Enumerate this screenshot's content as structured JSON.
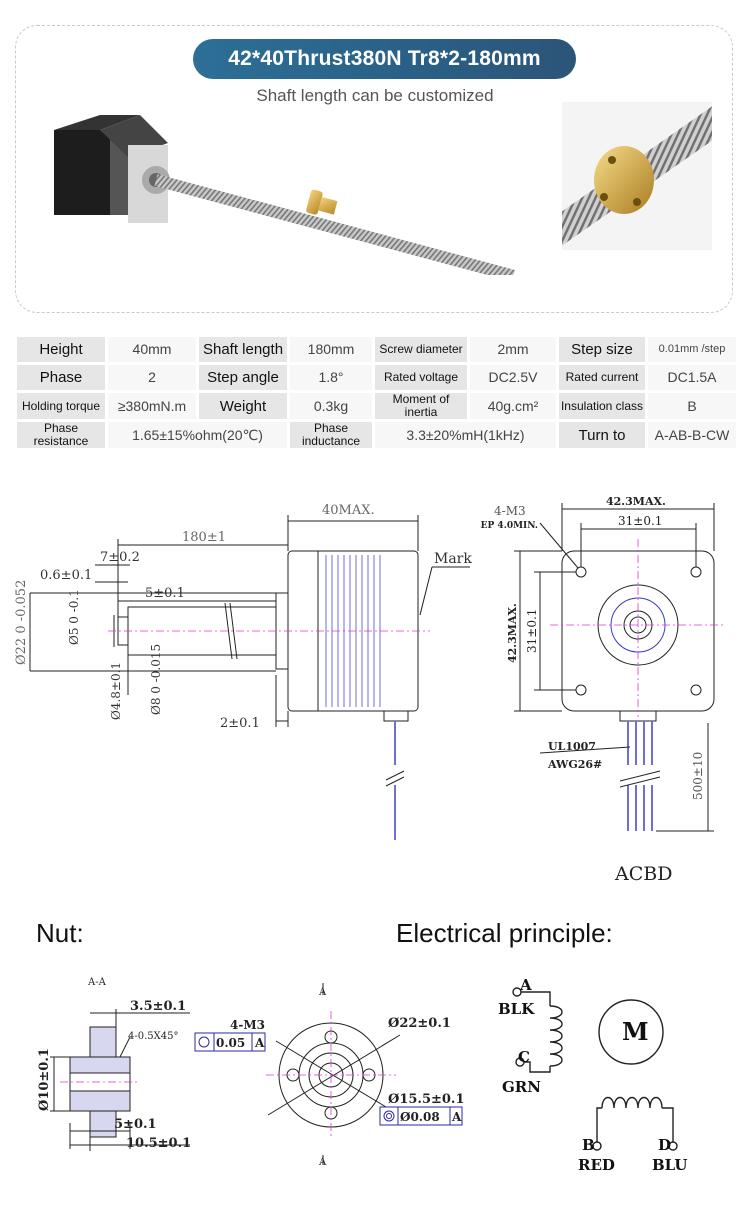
{
  "header": {
    "title": "42*40Thrust380N Tr8*2-180mm",
    "subtitle": "Shaft length can be customized"
  },
  "specs": [
    [
      {
        "k": "Height",
        "v": "40mm"
      },
      {
        "k": "Shaft length",
        "v": "180mm"
      },
      {
        "k": "Screw diameter",
        "v": "2mm"
      },
      {
        "k": "Step size",
        "v": "0.01mm /step"
      }
    ],
    [
      {
        "k": "Phase",
        "v": "2"
      },
      {
        "k": "Step angle",
        "v": "1.8°"
      },
      {
        "k": "Rated voltage",
        "v": "DC2.5V"
      },
      {
        "k": "Rated current",
        "v": "DC1.5A"
      }
    ],
    [
      {
        "k": "Holding torque",
        "v": "≥380mN.m"
      },
      {
        "k": "Weight",
        "v": "0.3kg"
      },
      {
        "k": "Moment of inertia",
        "v": "40g.cm²"
      },
      {
        "k": "Insulation class",
        "v": "B"
      }
    ],
    [
      {
        "k": "Phase resistance",
        "v": "1.65±15%ohm(20℃)"
      },
      {
        "k": "Phase inductance",
        "v": "3.3±20%mH(1kHz)"
      },
      {
        "k": "Turn to",
        "v": "A-AB-B-CW"
      }
    ]
  ],
  "side_drawing": {
    "len_40": "40MAX.",
    "len_180": "180±1",
    "d_7": "7±0.2",
    "d_06": "0.6±0.1",
    "d_5": "5±0.1",
    "mark": "Mark",
    "d_22": "Ø22 0 -0.052",
    "d_phi5": "Ø5 0 -0.1",
    "d_48": "Ø4.8±0.1",
    "d_phi8": "Ø8 0 -0.015",
    "d_2": "2±0.1"
  },
  "front_drawing": {
    "m3": "4-M3",
    "deep": "DEEP 4.0MIN.",
    "w42": "42.3MAX.",
    "w31": "31±0.1",
    "h42": "42.3MAX.",
    "h31": "31±0.1",
    "ul": "UL1007",
    "awg": "AWG26#",
    "lead": "500±10",
    "acbd": "ACBD"
  },
  "sections": {
    "nut": "Nut:",
    "electrical": "Electrical principle:"
  },
  "nut_drawing": {
    "aa": "A-A",
    "d35": "3.5±0.1",
    "chamfer": "4-0.5X45°",
    "phi10": "Ø10±0.1",
    "d5": "5±0.1",
    "d105": "10.5±0.1",
    "a_top": "A",
    "a_bot": "A",
    "m3": "4-M3",
    "tol_pos": "0.05",
    "tol_pos_ref": "A",
    "phi22": "Ø22±0.1",
    "phi155": "Ø15.5±0.1",
    "tol_conc": "Ø0.08",
    "tol_conc_ref": "A"
  },
  "electrical": {
    "a": "A",
    "blk": "BLK",
    "c": "C",
    "grn": "GRN",
    "motor": "M",
    "b": "B",
    "red": "RED",
    "d": "D",
    "blu": "BLU"
  }
}
